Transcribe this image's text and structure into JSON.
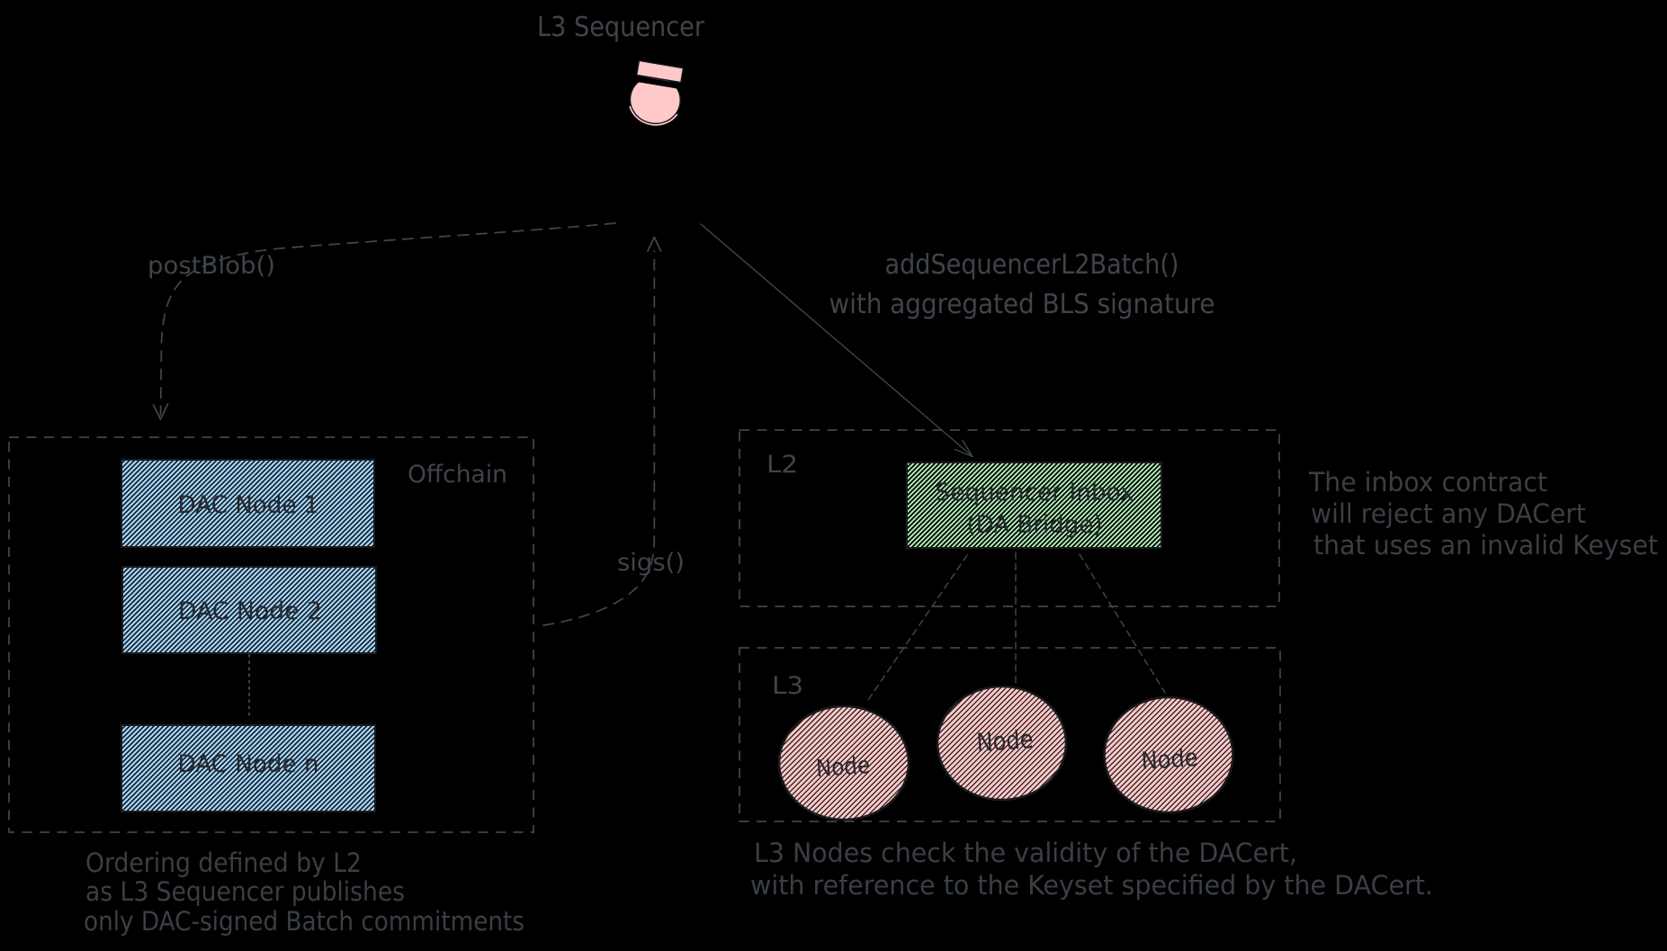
{
  "actor": {
    "label": "L3 Sequencer",
    "icon": "sequencer-avatar-icon"
  },
  "arrows": {
    "post_blob": {
      "label": "postBlob()"
    },
    "sigs": {
      "label": "sigs()"
    },
    "add_batch": {
      "label_line1": "addSequencerL2Batch()",
      "label_line2": "with aggregated BLS signature"
    }
  },
  "offchain_group": {
    "label": "Offchain",
    "nodes": [
      {
        "label": "DAC Node 1"
      },
      {
        "label": "DAC Node 2"
      },
      {
        "label": "DAC Node n"
      }
    ]
  },
  "l2_group": {
    "label": "L2",
    "inbox": {
      "label_line1": "Sequencer Inbox",
      "label_line2": "(DA Bridge)"
    }
  },
  "l3_group": {
    "label": "L3",
    "nodes": [
      {
        "label": "Node"
      },
      {
        "label": "Node"
      },
      {
        "label": "Node"
      }
    ]
  },
  "notes": {
    "inbox_note": {
      "lines": [
        "The inbox contract",
        "will reject any DACert",
        "that uses an invalid Keyset"
      ]
    },
    "ordering_note": {
      "lines": [
        "Ordering defined by L2",
        "as L3 Sequencer publishes",
        "only DAC-signed Batch commitments"
      ]
    },
    "validity_note": {
      "lines": [
        "L3 Nodes check the validity of the DACert,",
        "with reference to the Keyset specified by the DACert."
      ]
    }
  },
  "colors": {
    "background": "#000000",
    "ink": "#3f444a",
    "ink_text": "#3a3f45",
    "ink_dark": "#26292e",
    "shape_stroke": "#191b1e",
    "blue_fill": "#a5d8ff",
    "green_fill": "#b2f2bb",
    "pink_fill": "#ffc9c9"
  }
}
